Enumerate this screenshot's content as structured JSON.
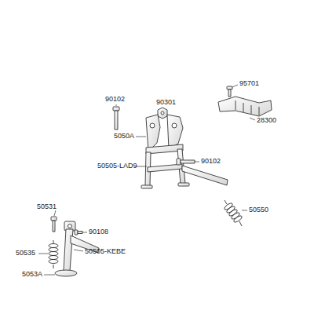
{
  "diagram": {
    "labels": [
      "90102",
      "90301",
      "95701",
      "28300",
      "5050A",
      "50505-LAD9",
      "90102",
      "50550",
      "50531",
      "90108",
      "50535",
      "50505-KEBE",
      "5053A"
    ]
  }
}
